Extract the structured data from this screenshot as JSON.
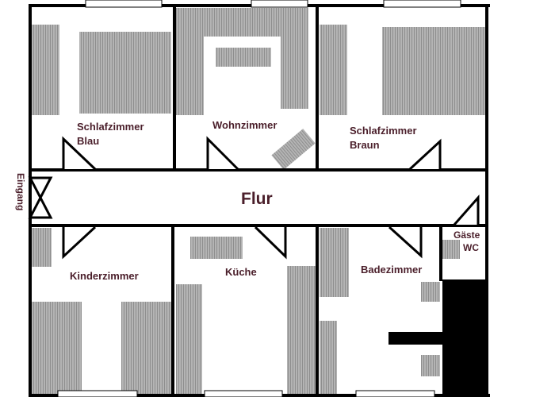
{
  "floorplan": {
    "hallway": "Flur",
    "entrance": "Eingang",
    "rooms": {
      "bedroom_blue": [
        "Schlafzimmer",
        "Blau"
      ],
      "living_room": "Wohnzimmer",
      "bedroom_brown": [
        "Schlafzimmer",
        "Braun"
      ],
      "kids_room": "Kinderzimmer",
      "kitchen": "Küche",
      "bathroom": "Badezimmer",
      "guest_wc": [
        "Gäste",
        "WC"
      ]
    }
  },
  "colors": {
    "wall": "#000000",
    "furniture": "#a8a8a8",
    "label": "#4a1e2a",
    "background": "#ffffff",
    "window": "#ffffff"
  }
}
